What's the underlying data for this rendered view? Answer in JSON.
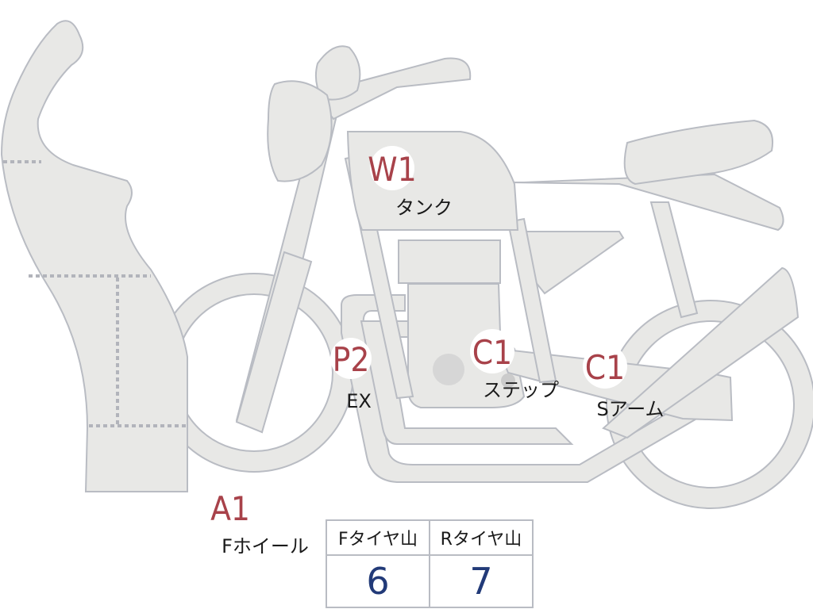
{
  "badges": [
    {
      "code": "W1",
      "label": "タンク"
    },
    {
      "code": "P2",
      "label": "EX"
    },
    {
      "code": "C1",
      "label": "ステップ"
    },
    {
      "code": "C1",
      "label": "Sアーム"
    },
    {
      "code": "A1",
      "label": "Fホイール"
    }
  ],
  "tire_table": {
    "headers": [
      "Fタイヤ山",
      "Rタイヤ山"
    ],
    "values": [
      "6",
      "7"
    ]
  },
  "colors": {
    "part_fill": "#e8e8e6",
    "outline": "#b9bcc3",
    "badge_text": "#a8424a",
    "value_text": "#223a78"
  }
}
